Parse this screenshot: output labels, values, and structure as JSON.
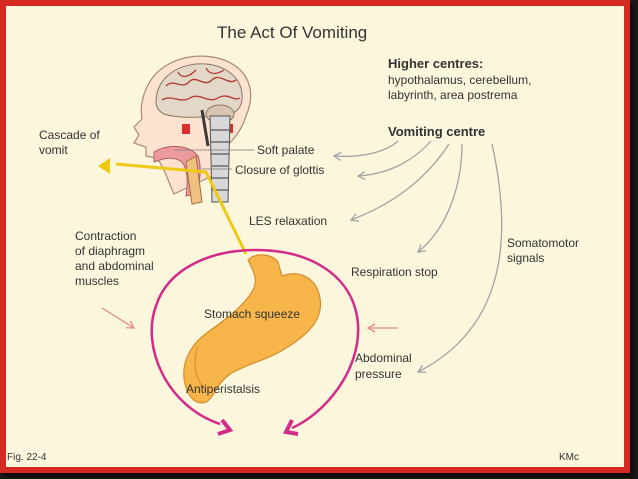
{
  "title": "The Act Of Vomiting",
  "higher_centres": {
    "heading": "Higher centres:",
    "line1": "hypothalamus, cerebellum,",
    "line2": "labyrinth, area postrema"
  },
  "vomiting_centre": "Vomiting centre",
  "cascade": {
    "line1": "Cascade of",
    "line2": "vomit"
  },
  "soft_palate": "Soft palate",
  "closure_of_glottis": "Closure of glottis",
  "les_relaxation": "LES relaxation",
  "contraction": {
    "line1": "Contraction",
    "line2": "of diaphragm",
    "line3": "and abdominal",
    "line4": "muscles"
  },
  "respiration_stop": "Respiration stop",
  "somatomotor": {
    "line1": "Somatomotor",
    "line2": "signals"
  },
  "stomach_squeeze": "Stomach squeeze",
  "abdominal_pressure": {
    "line1": "Abdominal",
    "line2": "pressure"
  },
  "antiperistalsis": "Antiperistalsis",
  "figure_label": "Fig. 22-4",
  "credit": "KMc",
  "colors": {
    "frame": "#d42a22",
    "background": "#fbf6dc",
    "yellow": "#f0c814",
    "magenta": "#d42a8a",
    "stomach": "#f7b54a",
    "gray_arrow": "#a3a3a3"
  }
}
